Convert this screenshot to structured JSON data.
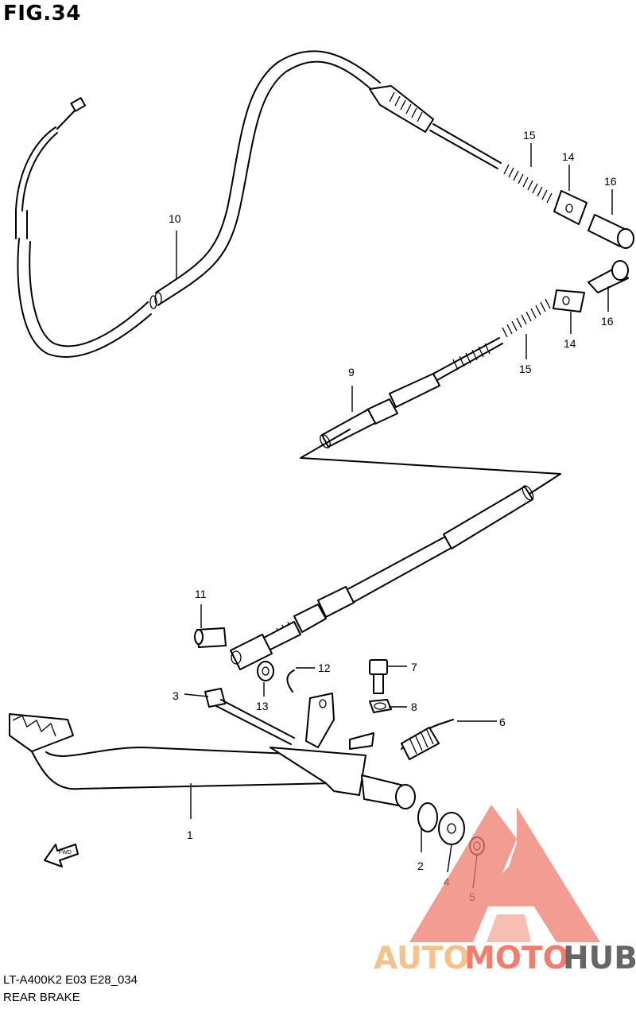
{
  "figure": {
    "title": "FIG.34"
  },
  "callouts": [
    "1",
    "2",
    "3",
    "4",
    "5",
    "6",
    "7",
    "8",
    "9",
    "10",
    "11",
    "12",
    "13",
    "14",
    "15",
    "16",
    "14",
    "15",
    "16"
  ],
  "fwd_label": "FWD",
  "footer": {
    "model": "LT-A400K2 E03 E28_034",
    "section": "REAR BRAKE"
  },
  "watermark": {
    "auto": "AUTO",
    "moto": "MOTO",
    "hub": "HUB",
    "auto_color": "#f5c28e",
    "moto_color": "#f07d6e",
    "hub_color": "#666666"
  }
}
